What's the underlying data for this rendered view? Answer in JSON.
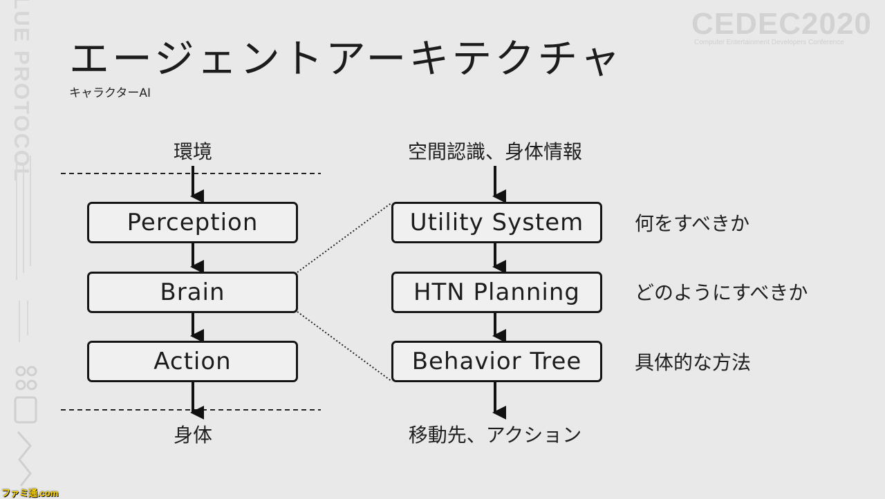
{
  "slide": {
    "title": "エージェントアーキテクチャ",
    "subtitle": "キャラクターAI"
  },
  "branding": {
    "event_logo": "CEDEC2020",
    "event_tagline": "Computer Entertainment Developers Conference",
    "side_logo": "BLUE PROTOCOL",
    "watermark": "ファミ通.com"
  },
  "left_column": {
    "top_label": "環境",
    "bottom_label": "身体",
    "nodes": [
      "Perception",
      "Brain",
      "Action"
    ]
  },
  "right_column": {
    "top_label": "空間認識、身体情報",
    "bottom_label": "移動先、アクション",
    "nodes": [
      "Utility System",
      "HTN Planning",
      "Behavior Tree"
    ]
  },
  "annotations": [
    "何をすべきか",
    "どのようにすべきか",
    "具体的な方法"
  ]
}
